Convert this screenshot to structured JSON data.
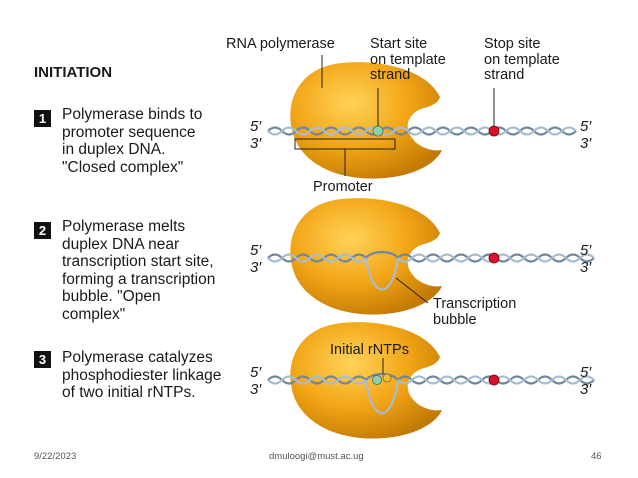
{
  "heading": "INITIATION",
  "steps": [
    {
      "number": "1",
      "text": "Polymerase binds to\npromoter sequence\nin duplex DNA.\n\"Closed complex\""
    },
    {
      "number": "2",
      "text": "Polymerase melts\nduplex DNA near\ntranscription start site,\nforming a transcription\nbubble.  \"Open\ncomplex\""
    },
    {
      "number": "3",
      "text": "Polymerase catalyzes\nphosphodiester linkage\nof two initial rNTPs."
    }
  ],
  "labels": {
    "rna_polymerase": "RNA polymerase",
    "start_site": "Start site\non template\nstrand",
    "stop_site": "Stop site\non template\nstrand",
    "promoter": "Promoter",
    "transcription_bubble": "Transcription\nbubble",
    "initial_rntps": "Initial rNTPs"
  },
  "strand_ends": {
    "five_prime": "5′",
    "three_prime": "3′"
  },
  "footer": {
    "date": "9/22/2023",
    "email": "dmuloogi@must.ac.ug",
    "page": "46"
  },
  "colors": {
    "polymerase": "#f2a516",
    "start_site": "#8fd0b0",
    "stop_site": "#d8102a",
    "dna": "#8aa0b8"
  }
}
